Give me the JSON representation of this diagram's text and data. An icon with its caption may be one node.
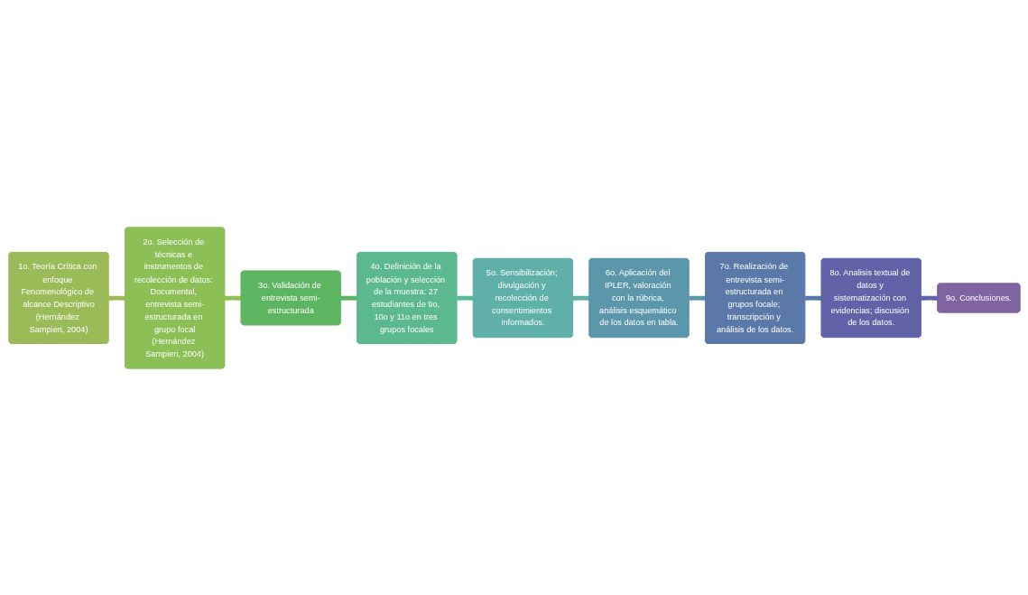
{
  "diagram": {
    "nodes": [
      {
        "text": [
          "1o. Teoría Crítica con enfoque Fenomenológico de alcance Descriptivo",
          "(Hernández Sampieri, 2004)"
        ]
      },
      {
        "text": [
          "2o. Selección de técnicas e instrumentos de recolección de datos: Documental, entrevista semi-estructurada en grupo focal",
          "(Hernández Sampieri, 2004)"
        ]
      },
      {
        "text": [
          "3o. Validación de entrevista semi-estructurada"
        ]
      },
      {
        "text": [
          "4o. Definición de la población y selección de la muestra: 27 estudiantes de 9o, 10o y 11o en tres grupos focales"
        ]
      },
      {
        "text": [
          "5o. Sensibilización; divulgación y recolección de consentimientos informados."
        ]
      },
      {
        "text": [
          "6o. Aplicación del IPLER, valoración con la rúbrica, análisis esquemático de los datos en tabla."
        ]
      },
      {
        "text": [
          "7o. Realización de entrevista semi-estructurada en grupos focale; transcripción y análisis de los datos."
        ]
      },
      {
        "text": [
          "8o. Analisis textual de datos y sistematización con evidencias; discusión de los datos."
        ]
      },
      {
        "text": [
          "9o. Conclusiones."
        ]
      }
    ],
    "edges": [
      {
        "from": 0,
        "to": 1,
        "arrow": "none"
      },
      {
        "from": 1,
        "to": 2,
        "arrow": "none"
      },
      {
        "from": 2,
        "to": 3,
        "arrow": "none"
      },
      {
        "from": 3,
        "to": 4,
        "arrow": "none"
      },
      {
        "from": 4,
        "to": 5,
        "arrow": "none"
      },
      {
        "from": 5,
        "to": 6,
        "arrow": "none"
      },
      {
        "from": 6,
        "to": 7,
        "arrow": "none"
      },
      {
        "from": 7,
        "to": 8,
        "arrow": "none"
      }
    ]
  }
}
